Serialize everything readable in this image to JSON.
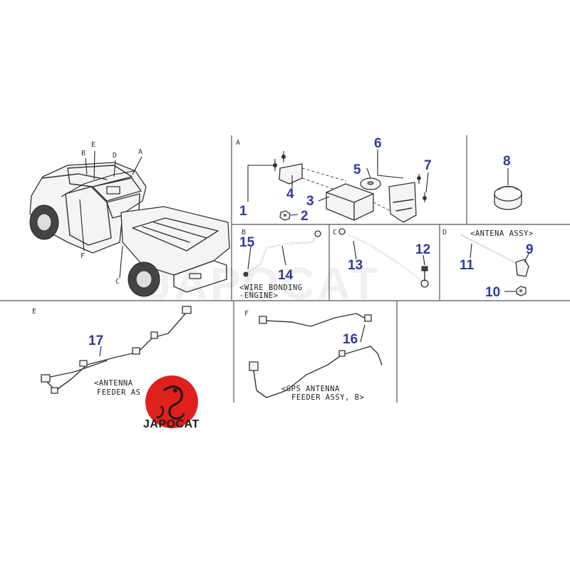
{
  "sections": {
    "A": "A",
    "B": "B",
    "C": "C",
    "D": "D",
    "E": "E",
    "F": "F"
  },
  "vehicle_labels": {
    "A": "A",
    "B": "B",
    "C": "C",
    "D": "D",
    "E": "E",
    "F": "F"
  },
  "parts": {
    "p1": "1",
    "p2": "2",
    "p3": "3",
    "p4": "4",
    "p5": "5",
    "p6": "6",
    "p7": "7",
    "p8": "8",
    "p9": "9",
    "p10": "10",
    "p11": "11",
    "p12": "12",
    "p13": "13",
    "p14": "14",
    "p15": "15",
    "p16": "16",
    "p17": "17"
  },
  "notes": {
    "antena_assy": "<ANTENA ASSY>",
    "wire_bonding_1": "<WIRE BONDING",
    "wire_bonding_2": "-ENGINE>",
    "antenna_feeder_1": "<ANTENNA",
    "antenna_feeder_2": "FEEDER AS",
    "gps_feeder_1": "<GPS ANTENNA",
    "gps_feeder_2": "FEEDER ASSY, B>"
  },
  "watermark": "JAPOCAT",
  "logo": {
    "text": "JAPOCAT",
    "color": "#e0201c"
  },
  "colors": {
    "part_number": "#2e3a9e",
    "lines": "#333333"
  }
}
